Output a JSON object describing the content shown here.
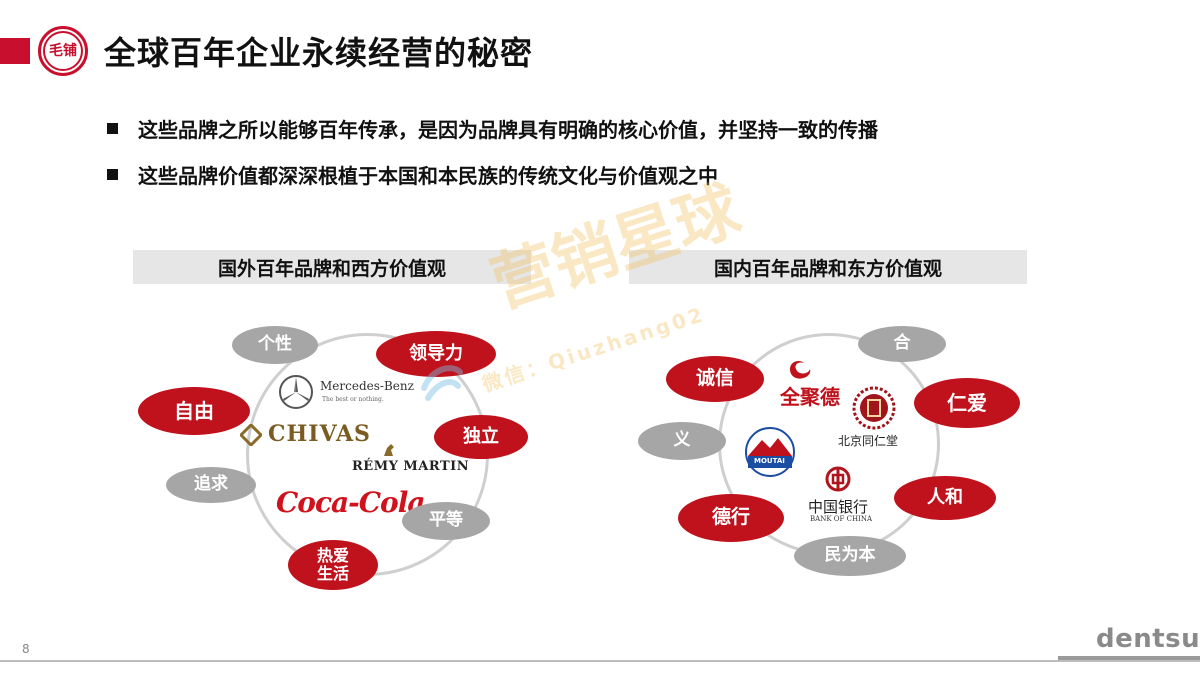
{
  "header": {
    "logo_text": "毛铺",
    "title": "全球百年企业永续经营的秘密"
  },
  "bullets": [
    "这些品牌之所以能够百年传承，是因为品牌具有明确的核心价值，并坚持一致的传播",
    "这些品牌价值都深深根植于本国和本民族的传统文化与价值观之中"
  ],
  "left_panel": {
    "header": "国外百年品牌和西方价值观",
    "values": {
      "personality": "个性",
      "leadership": "领导力",
      "freedom": "自由",
      "independence": "独立",
      "pursuit": "追求",
      "equality": "平等",
      "love_life": "热爱\n生活"
    },
    "brands": {
      "mercedes": "Mercedes-Benz",
      "mercedes_tagline": "The best or nothing.",
      "chivas": "CHIVAS",
      "remy": "RÉMY MARTIN",
      "cocacola": "Coca-Cola"
    }
  },
  "right_panel": {
    "header": "国内百年品牌和东方价值观",
    "values": {
      "integrity": "诚信",
      "harmony": "合",
      "benevolence": "仁爱",
      "righteousness": "义",
      "virtue": "德行",
      "human_harmony": "人和",
      "people_first": "民为本"
    },
    "brands": {
      "quanjude": "全聚德",
      "tongrentang": "北京同仁堂",
      "moutai": "MOUTAI",
      "boc_cn": "中国银行",
      "boc_en": "BANK OF CHINA"
    }
  },
  "watermark": {
    "main": "营销星球",
    "sub": "微信：Qiuzhang02"
  },
  "footer": {
    "page_number": "8",
    "brand": "dentsu"
  },
  "colors": {
    "accent_red": "#c0121c",
    "gray_pill": "#a6a6a6",
    "header_gray": "#e6e6e6"
  }
}
